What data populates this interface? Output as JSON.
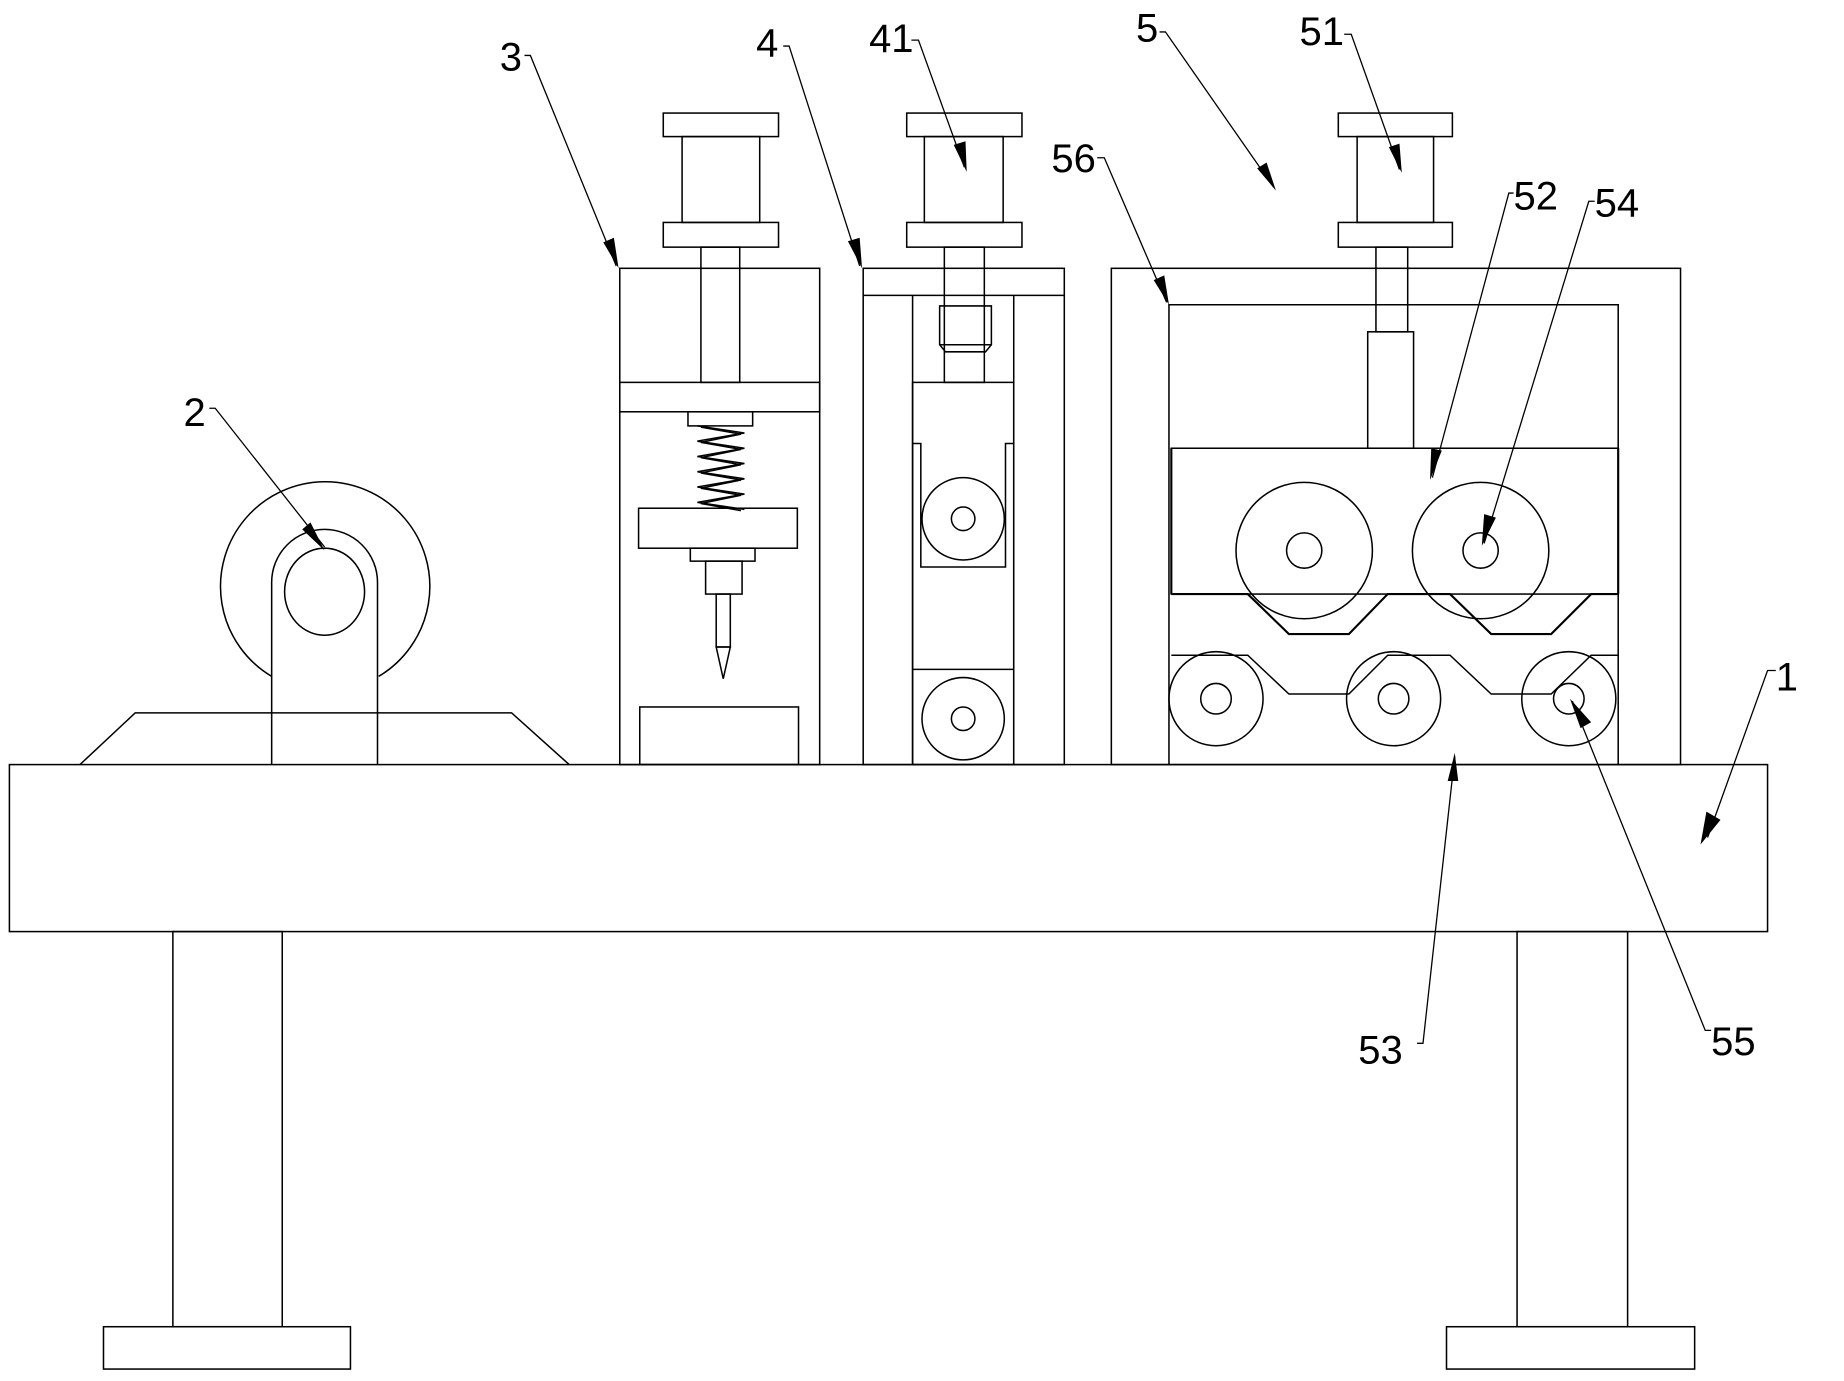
{
  "figure": {
    "type": "patent-mechanical-drawing",
    "background_color": "#ffffff",
    "line_color": "#000000"
  },
  "labels": {
    "frame": "1",
    "unwind_roller": "2",
    "punch_unit": "3",
    "press_unit": "4",
    "cylinder_41": "41",
    "forming_unit": "5",
    "cylinder_51": "51",
    "upper_roller_block": "52",
    "lower_roller_block": "53",
    "upper_roller_shaft": "54",
    "lower_roller_shaft": "55",
    "forming_frame": "56"
  }
}
